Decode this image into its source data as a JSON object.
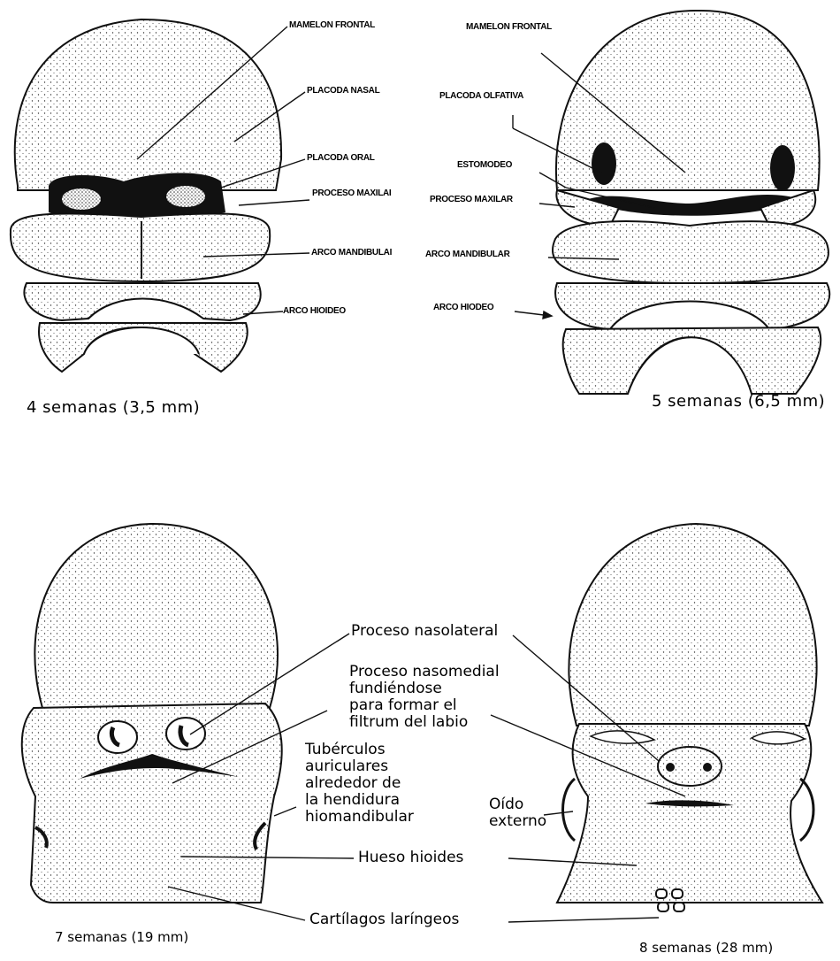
{
  "top_left": {
    "caption": "4 semanas (3,5 mm)",
    "labels": {
      "mamelon_frontal": "MAMELON FRONTAL",
      "placoda_nasal": "PLACODA NASAL",
      "placoda_oral": "PLACODA ORAL",
      "proceso_maxilar": "PROCESO MAXILAI",
      "arco_mandibular": "ARCO MANDIBULAI",
      "arco_hioideo": "ARCO HIOIDEO"
    }
  },
  "top_right": {
    "caption": "5 semanas (6,5 mm)",
    "labels": {
      "mamelon_frontal": "MAMELON FRONTAL",
      "placoda_olfativa": "PLACODA OLFATIVA",
      "estomodeo": "ESTOMODEO",
      "proceso_maxilar": "PROCESO MAXILAR",
      "arco_mandibular": "ARCO MANDIBULAR",
      "arco_hioideo": "ARCO HIODEO"
    }
  },
  "bottom": {
    "caption_left": "7 semanas (19 mm)",
    "caption_right": "8 semanas (28 mm)",
    "labels": {
      "proceso_nasolateral": "Proceso nasolateral",
      "proceso_nasomedial": [
        "Proceso nasomedial",
        "fundiéndose",
        "para formar el",
        "filtrum del labio"
      ],
      "tuberculos": [
        "Tubérculos",
        "auriculares",
        "alrededor de",
        "la hendidura",
        "hiomandibular"
      ],
      "oido_externo": [
        "Oído",
        "externo"
      ],
      "hueso_hioides": "Hueso hioides",
      "cartilagos": "Cartílagos laríngeos"
    }
  }
}
